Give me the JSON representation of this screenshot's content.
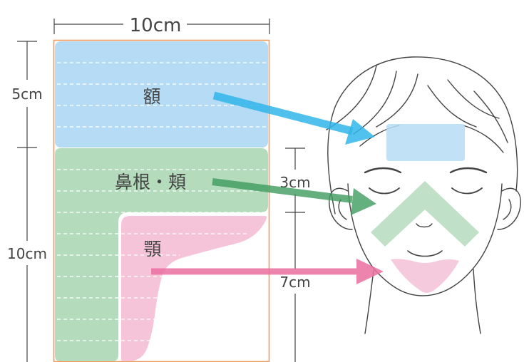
{
  "dimensions": {
    "top_width": "10cm",
    "forehead_height": "5cm",
    "lower_height": "10cm",
    "nose_cheek_height": "3cm",
    "jaw_height": "7cm"
  },
  "zones": [
    {
      "label": "額",
      "color": "#b5dcf4",
      "arrow_color": "#32b6ea"
    },
    {
      "label": "鼻根・頬",
      "color": "#b5dbbd",
      "arrow_color": "#3f9c5f"
    },
    {
      "label": "顎",
      "color": "#f5c4d9",
      "arrow_color": "#ea6fa0"
    }
  ],
  "colors": {
    "sheet_border": "#f19a5a",
    "dimension_line": "#444444",
    "face_line": "#444444",
    "perforation": "#ffffff"
  }
}
